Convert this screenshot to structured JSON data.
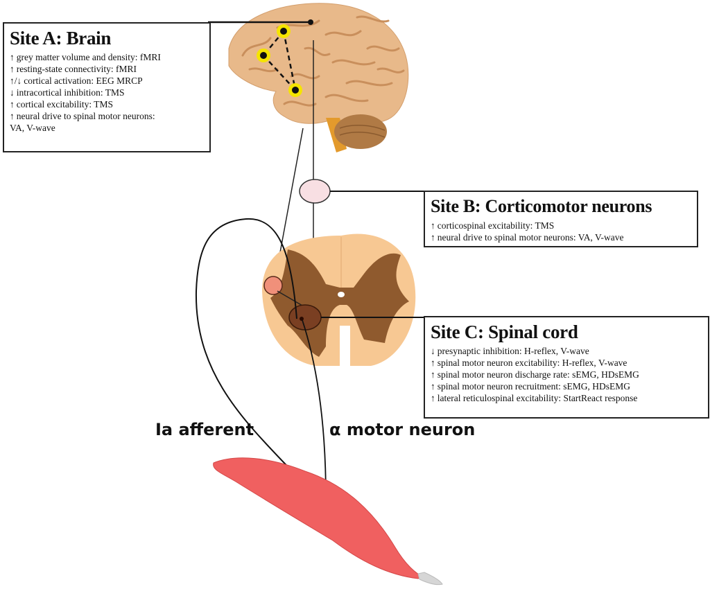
{
  "site_a": {
    "title": "Site A: Brain",
    "items": [
      {
        "arrow": "↑",
        "text": "grey matter volume and density: fMRI"
      },
      {
        "arrow": "↑",
        "text": "resting-state connectivity: fMRI"
      },
      {
        "arrow": "↑/↓",
        "text": "cortical activation: EEG MRCP"
      },
      {
        "arrow": "↓",
        "text": "intracortical inhibition: TMS"
      },
      {
        "arrow": "↑",
        "text": "cortical excitability: TMS"
      },
      {
        "arrow": "↑",
        "text": "neural drive to spinal motor neurons:\nVA, V-wave"
      }
    ]
  },
  "site_b": {
    "title": "Site B: Corticomotor neurons",
    "items": [
      {
        "arrow": "↑",
        "text": "corticospinal excitability: TMS"
      },
      {
        "arrow": "↑",
        "text": "neural drive to spinal motor neurons: VA, V-wave"
      }
    ]
  },
  "site_c": {
    "title": "Site C: Spinal cord",
    "items": [
      {
        "arrow": "↓",
        "text": "presynaptic inhibition: H-reflex, V-wave"
      },
      {
        "arrow": "↑",
        "text": "spinal motor neuron excitability: H-reflex, V-wave"
      },
      {
        "arrow": "↑",
        "text": "spinal motor neuron discharge rate: sEMG, HDsEMG"
      },
      {
        "arrow": "↑",
        "text": "spinal motor neuron recruitment: sEMG, HDsEMG"
      },
      {
        "arrow": "↑",
        "text": "lateral reticulospinal excitability: StartReact response"
      }
    ]
  },
  "labels": {
    "ia_afferent": "Ia afferent",
    "alpha_motor_neuron": "α motor neuron"
  },
  "colors": {
    "brain": "#e8b98a",
    "brain_fold": "#c98f5c",
    "cerebellum": "#b07a45",
    "brainstem": "#e39a2c",
    "network_node": "#f5e400",
    "corticomotor_circle": "#f8dfe3",
    "spinal_white_matter": "#f7c893",
    "spinal_grey_matter": "#8f5a2e",
    "interneuron": "#f0907a",
    "motor_pool": "#7a3f22",
    "muscle": "#f06060",
    "tendon": "#d6d6d6"
  }
}
